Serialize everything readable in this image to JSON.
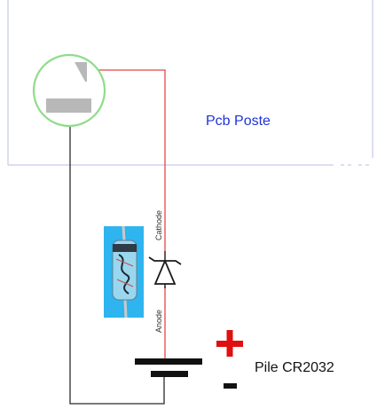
{
  "labels": {
    "pcb": "Pcb Poste",
    "cathode": "Cathode",
    "anode": "Anode",
    "plus": "+",
    "minus": "-",
    "battery": "Pile CR2032"
  },
  "colors": {
    "pcb_border": "#b9bfe6",
    "pcb_text": "#1f33d6",
    "switch_circle": "#8fdc8a",
    "switch_contact": "#b8b8b8",
    "wire_positive": "#e04848",
    "wire_negative": "#2a2a2a",
    "diode_body": "#1a1a1a",
    "diode_photo_bg": "#2eb4ee",
    "plus_sign": "#e01010",
    "minus_sign": "#111111",
    "battery_plate": "#111111"
  },
  "icons": {
    "switch": "reed-switch-icon",
    "diode": "zener-diode-symbol-icon",
    "diode_photo": "glass-diode-photo-icon",
    "battery": "battery-symbol-icon"
  }
}
